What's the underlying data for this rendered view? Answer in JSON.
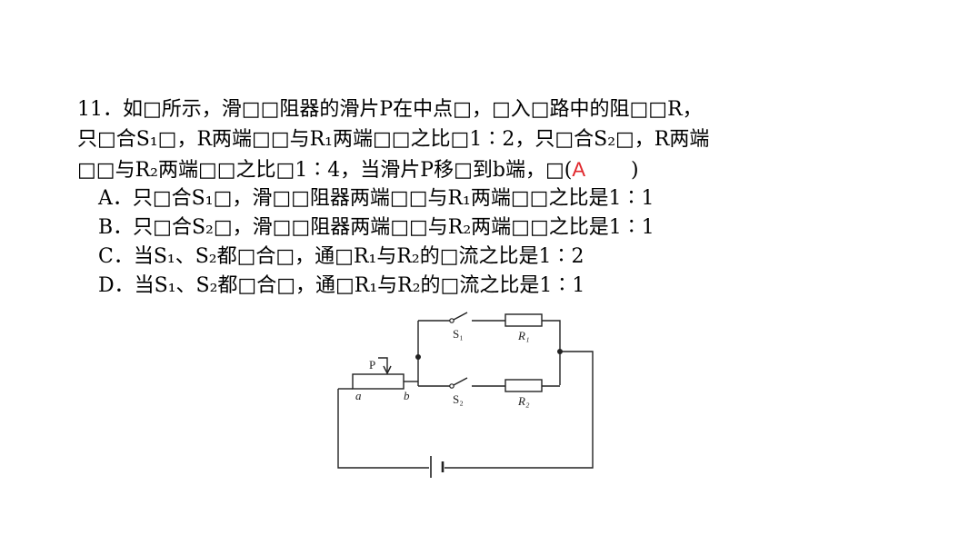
{
  "question": {
    "lines": [
      "11．如□所示，滑□□阻器的滑片P在中点□，□入□路中的阻□□R，",
      "只□合S₁□，R两端□□与R₁两端□□之比□1∶2，只□合S₂□，R两端",
      "□□与R₂两端□□之比□1∶4，当滑片P移□到b端，□(",
      ")"
    ],
    "answer": "A"
  },
  "options": [
    "A．只□合S₁□，滑□□阻器两端□□与R₁两端□□之比是1∶1",
    "B．只□合S₂□，滑□□阻器两端□□与R₂两端□□之比是1∶1",
    "C．当S₁、S₂都□合□，通□R₁与R₂的□流之比是1∶2",
    "D．当S₁、S₂都□合□，通□R₁与R₂的□流之比是1∶1"
  ],
  "circuit": {
    "labels": {
      "s1": "S₁",
      "s2": "S₂",
      "r1": "R₁",
      "r2": "R₂",
      "p": "P",
      "a": "a",
      "b": "b"
    }
  }
}
